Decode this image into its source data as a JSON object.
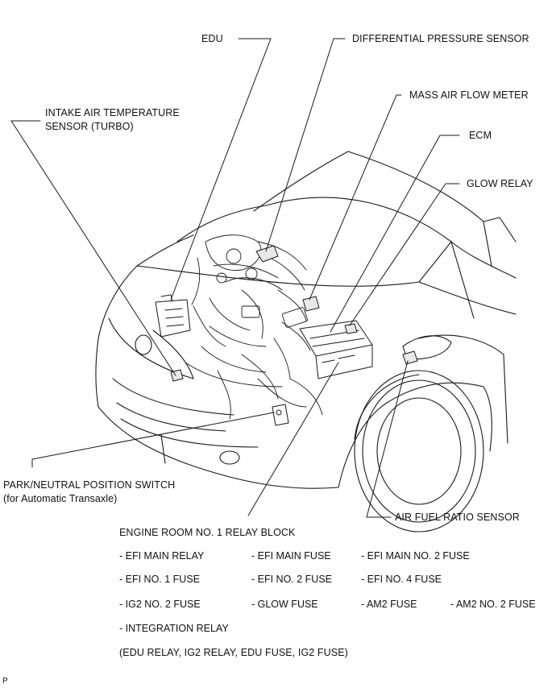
{
  "labels": {
    "edu": "EDU",
    "differential_pressure_sensor": "DIFFERENTIAL PRESSURE SENSOR",
    "mass_air_flow_meter": "MASS AIR FLOW METER",
    "intake_air_temp_line1": "INTAKE AIR TEMPERATURE",
    "intake_air_temp_line2": "SENSOR (TURBO)",
    "ecm": "ECM",
    "glow_relay": "GLOW RELAY",
    "park_neutral_line1": "PARK/NEUTRAL POSITION SWITCH",
    "park_neutral_line2": "(for Automatic Transaxle)",
    "air_fuel_ratio_sensor": "AIR FUEL RATIO SENSOR"
  },
  "relay_block": {
    "title": "ENGINE ROOM NO. 1 RELAY BLOCK",
    "rows": [
      [
        "- EFI MAIN RELAY",
        "- EFI MAIN FUSE",
        "- EFI MAIN NO. 2 FUSE",
        ""
      ],
      [
        "- EFI NO. 1 FUSE",
        "- EFI NO. 2 FUSE",
        "- EFI NO. 4 FUSE",
        ""
      ],
      [
        "- IG2 NO. 2 FUSE",
        "- GLOW FUSE",
        "- AM2 FUSE",
        "- AM2 NO. 2 FUSE"
      ],
      [
        "- INTEGRATION RELAY",
        "",
        "",
        ""
      ]
    ],
    "footnote": "(EDU RELAY, IG2 RELAY, EDU FUSE, IG2 FUSE)"
  },
  "corner_mark": "P"
}
